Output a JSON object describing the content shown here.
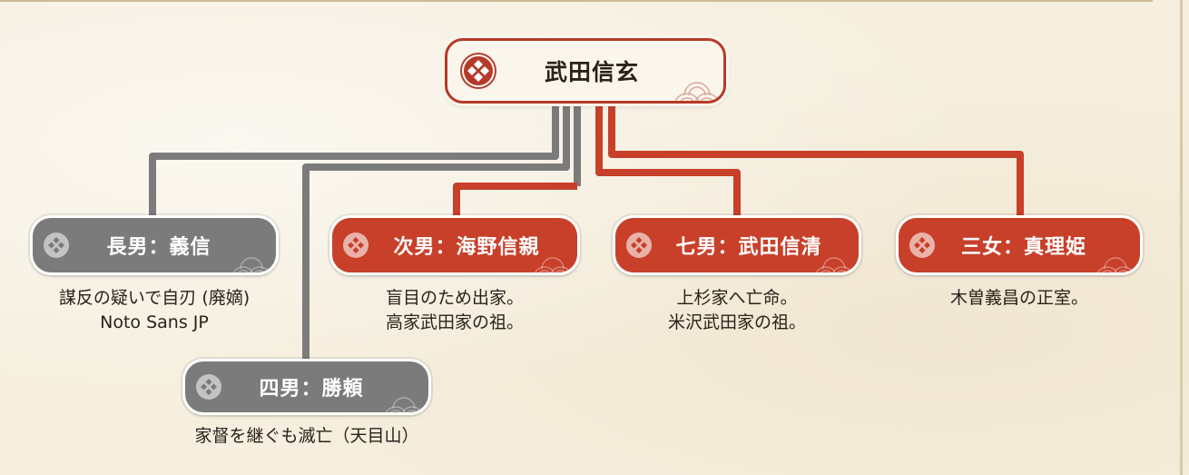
{
  "colors": {
    "gray": "#7b7b7b",
    "red": "#c8402a",
    "root_border": "#b63a28",
    "background": "#f6efdf"
  },
  "root": {
    "label": "武田信玄",
    "icon": "takeda-bishi-crest-icon"
  },
  "children": [
    {
      "id": "chonan",
      "label": "長男：義信",
      "style": "gray",
      "caption_lines": [
        "謀反の疑いで自刃 (廃嫡)",
        "Noto Sans JP"
      ]
    },
    {
      "id": "yonnan",
      "label": "四男：勝頼",
      "style": "gray",
      "caption_lines": [
        "家督を継ぐも滅亡（天目山）"
      ]
    },
    {
      "id": "jinan",
      "label": "次男：海野信親",
      "style": "red",
      "caption_lines": [
        "盲目のため出家。",
        "高家武田家の祖。"
      ]
    },
    {
      "id": "shichinan",
      "label": "七男：武田信清",
      "style": "red",
      "caption_lines": [
        "上杉家へ亡命。",
        "米沢武田家の祖。"
      ]
    },
    {
      "id": "sanjo",
      "label": "三女：真理姫",
      "style": "red",
      "caption_lines": [
        "木曽義昌の正室。"
      ]
    }
  ]
}
